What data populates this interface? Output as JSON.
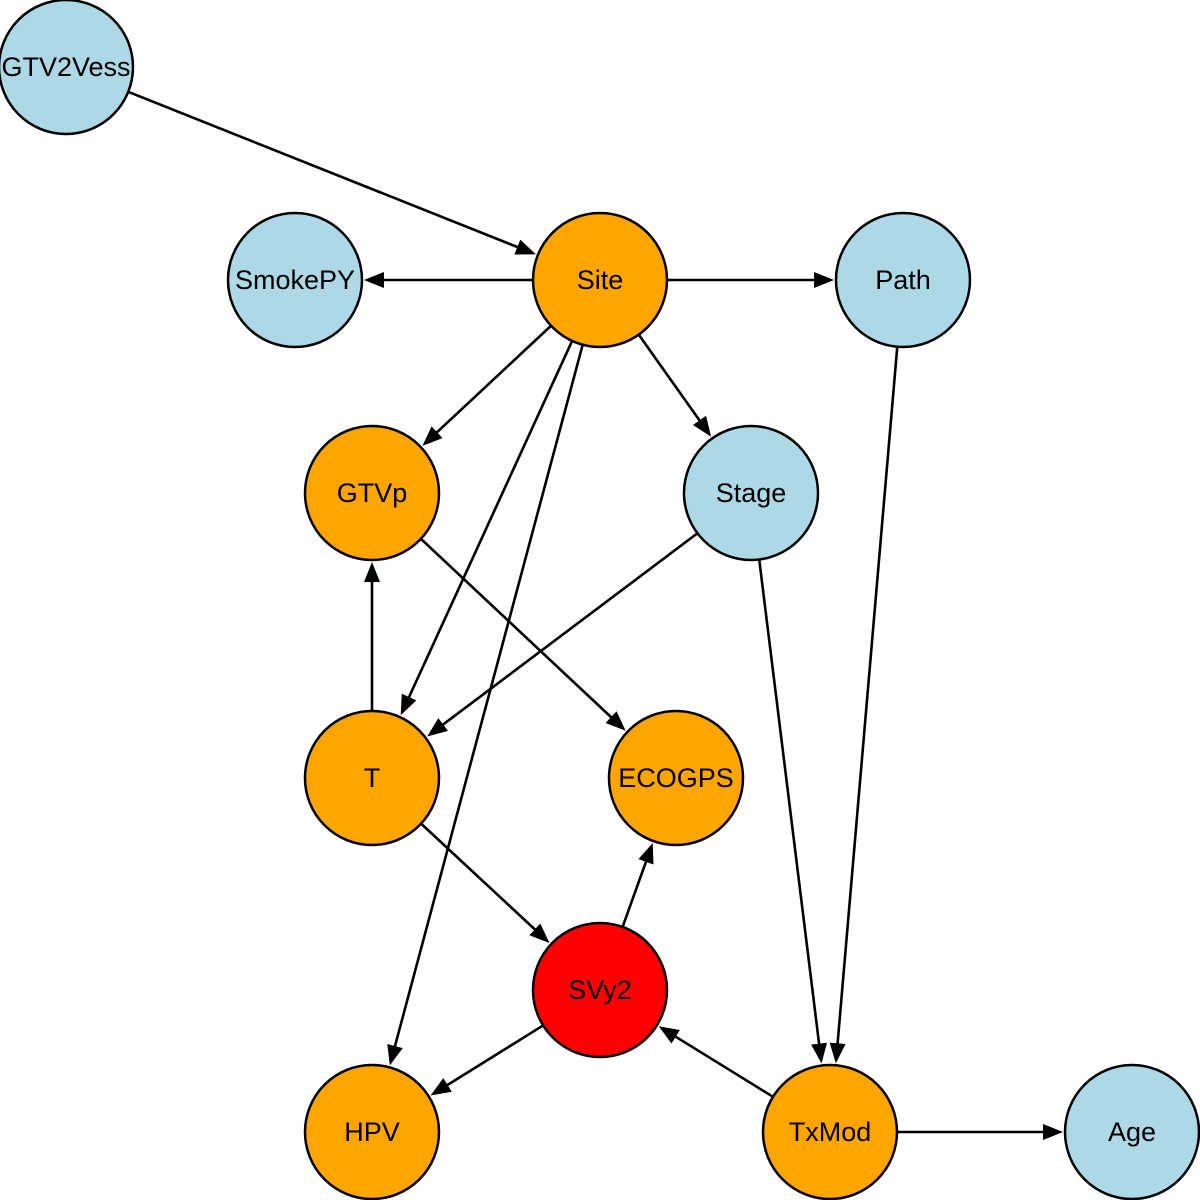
{
  "colors": {
    "light_blue": "#add8e6",
    "orange": "#ffa500",
    "red": "#ff0000",
    "stroke": "#000000"
  },
  "nodes": [
    {
      "id": "GTV2Vess",
      "label": "GTV2Vess",
      "color": "light_blue"
    },
    {
      "id": "SmokePY",
      "label": "SmokePY",
      "color": "light_blue"
    },
    {
      "id": "Site",
      "label": "Site",
      "color": "orange"
    },
    {
      "id": "Path",
      "label": "Path",
      "color": "light_blue"
    },
    {
      "id": "GTVp",
      "label": "GTVp",
      "color": "orange"
    },
    {
      "id": "Stage",
      "label": "Stage",
      "color": "light_blue"
    },
    {
      "id": "T",
      "label": "T",
      "color": "orange"
    },
    {
      "id": "ECOGPS",
      "label": "ECOGPS",
      "color": "orange"
    },
    {
      "id": "SVy2",
      "label": "SVy2",
      "color": "red"
    },
    {
      "id": "HPV",
      "label": "HPV",
      "color": "orange"
    },
    {
      "id": "TxMod",
      "label": "TxMod",
      "color": "orange"
    },
    {
      "id": "Age",
      "label": "Age",
      "color": "light_blue"
    }
  ],
  "edges": [
    {
      "from": "GTV2Vess",
      "to": "Site"
    },
    {
      "from": "Site",
      "to": "SmokePY"
    },
    {
      "from": "Site",
      "to": "Path"
    },
    {
      "from": "Site",
      "to": "GTVp"
    },
    {
      "from": "Site",
      "to": "Stage"
    },
    {
      "from": "Site",
      "to": "T"
    },
    {
      "from": "Site",
      "to": "HPV"
    },
    {
      "from": "Stage",
      "to": "T"
    },
    {
      "from": "Stage",
      "to": "TxMod"
    },
    {
      "from": "Path",
      "to": "TxMod"
    },
    {
      "from": "T",
      "to": "GTVp"
    },
    {
      "from": "GTVp",
      "to": "ECOGPS"
    },
    {
      "from": "T",
      "to": "SVy2"
    },
    {
      "from": "SVy2",
      "to": "ECOGPS"
    },
    {
      "from": "SVy2",
      "to": "HPV"
    },
    {
      "from": "TxMod",
      "to": "SVy2"
    },
    {
      "from": "TxMod",
      "to": "Age"
    }
  ]
}
